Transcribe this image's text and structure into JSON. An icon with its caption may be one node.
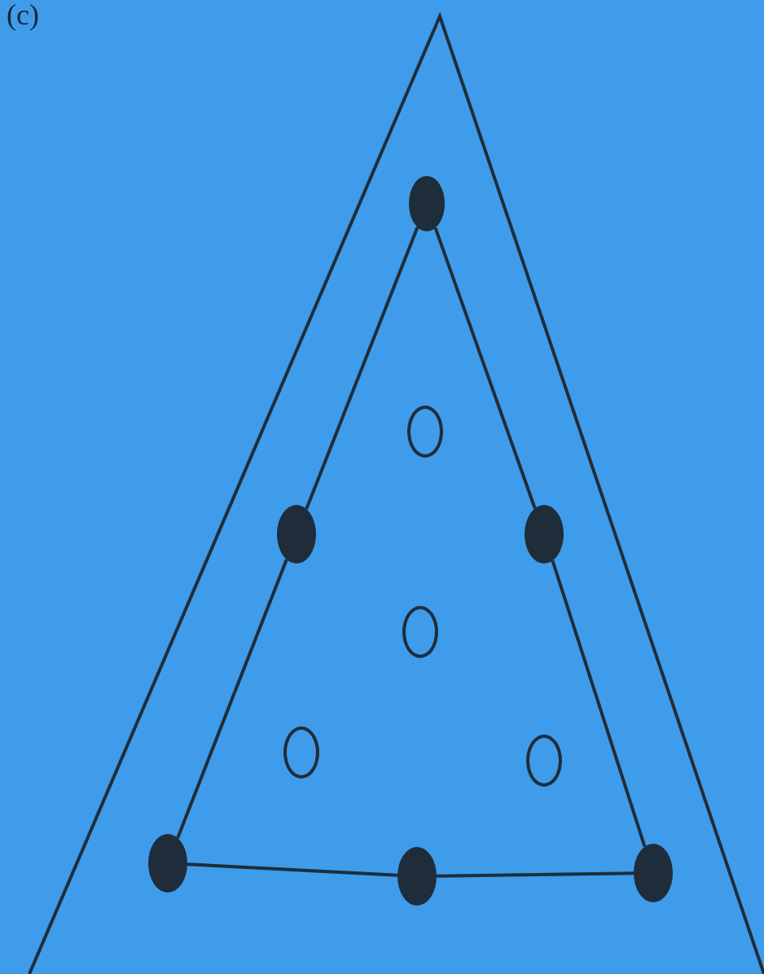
{
  "diagram": {
    "nodes": [
      {
        "text": [],
        "shape": "dot"
      },
      {
        "text": [],
        "shape": "circle"
      },
      {
        "text": [],
        "shape": "dot"
      },
      {
        "text": [],
        "shape": "dot"
      },
      {
        "text": [],
        "shape": "circle"
      },
      {
        "text": [],
        "shape": "circle"
      },
      {
        "text": [],
        "shape": "circle"
      },
      {
        "text": [],
        "shape": "dot"
      },
      {
        "text": [],
        "shape": "dot"
      },
      {
        "text": [],
        "shape": "dot"
      }
    ],
    "edges": [
      {
        "from": 0,
        "to": 2,
        "arrow": "none"
      },
      {
        "from": 2,
        "to": 7,
        "arrow": "none"
      },
      {
        "from": 7,
        "to": 8,
        "arrow": "none"
      },
      {
        "from": 8,
        "to": 9,
        "arrow": "none"
      },
      {
        "from": 9,
        "to": 3,
        "arrow": "none"
      },
      {
        "from": 3,
        "to": 0,
        "arrow": "none"
      }
    ],
    "labels": [
      "(c)"
    ]
  }
}
